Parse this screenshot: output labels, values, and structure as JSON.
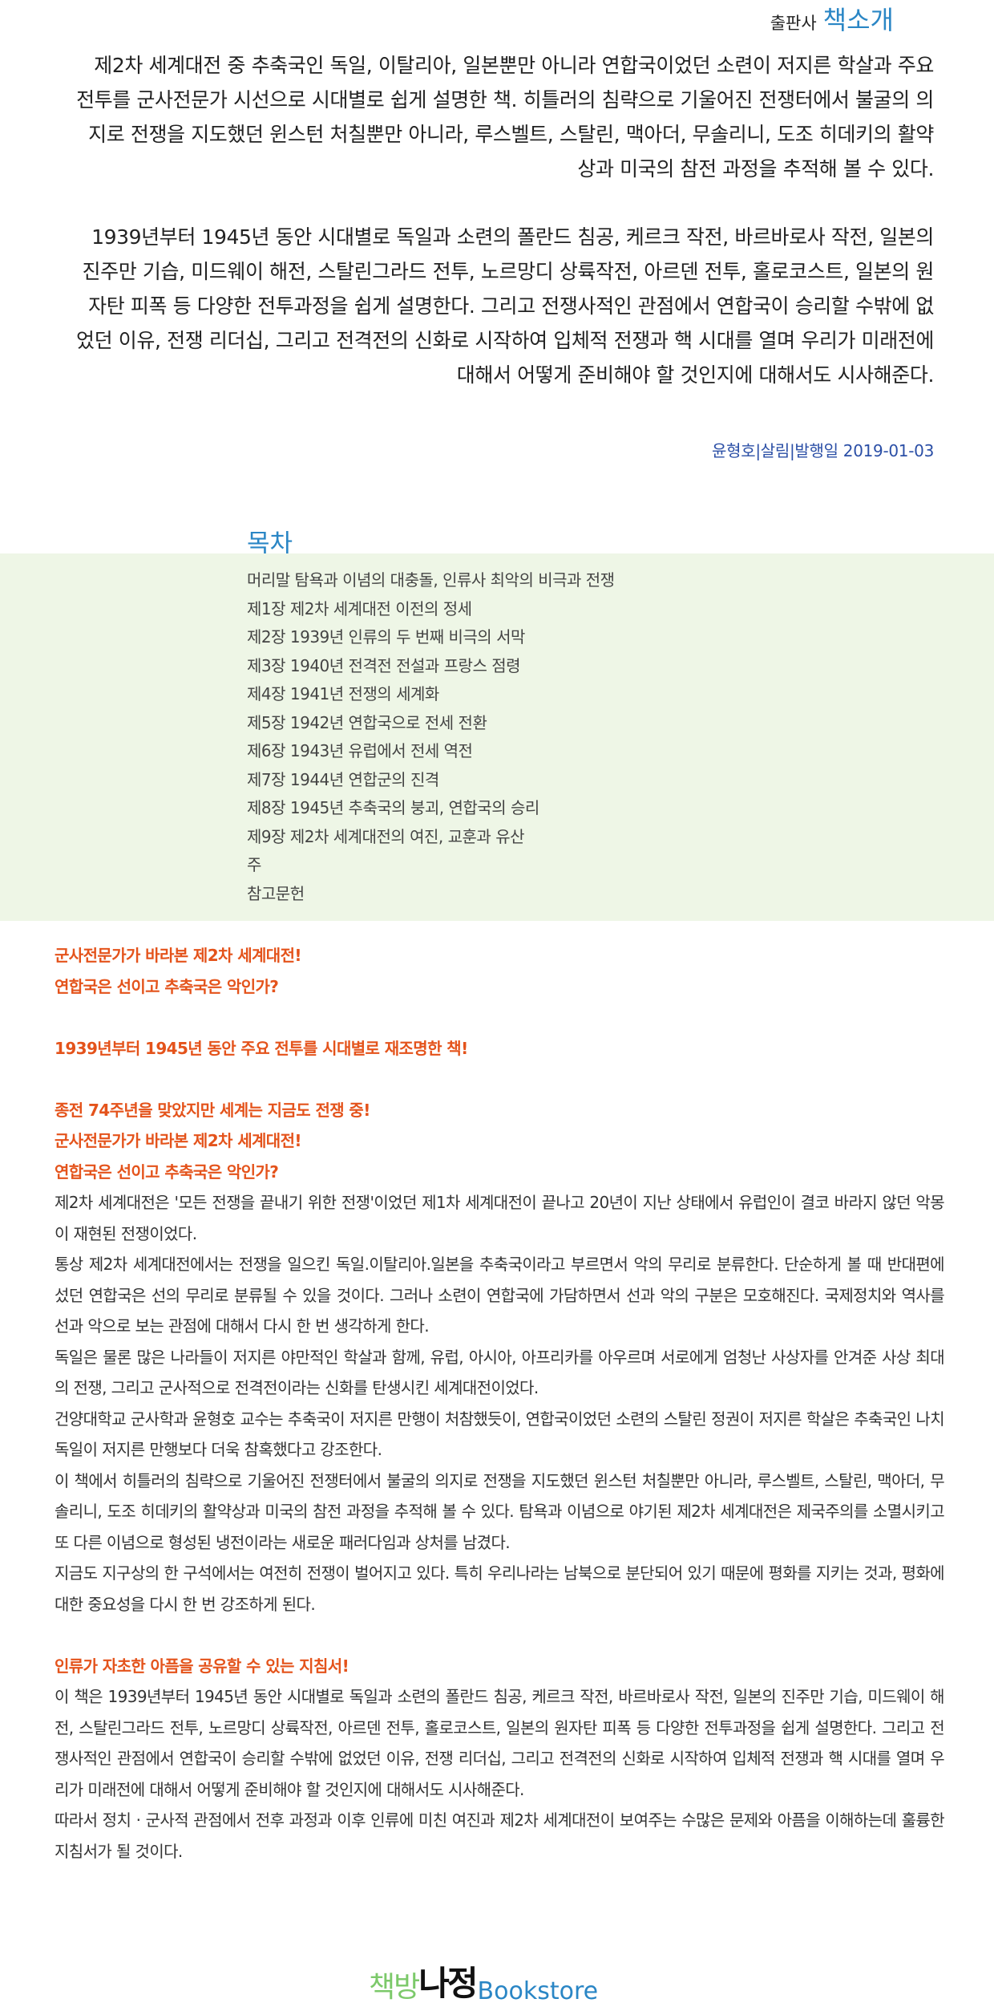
{
  "header": {
    "publisher_label": "출판사",
    "section_title": "책소개"
  },
  "intro": {
    "paragraphs": [
      "제2차 세계대전 중 추축국인 독일, 이탈리아, 일본뿐만 아니라 연합국이었던 소련이 저지른 학살과 주요 전투를 군사전문가 시선으로 시대별로 쉽게 설명한 책. 히틀러의 침략으로 기울어진 전쟁터에서 불굴의 의지로 전쟁을 지도했던 윈스턴 처칠뿐만 아니라, 루스벨트, 스탈린, 맥아더, 무솔리니, 도조 히데키의 활약상과 미국의 참전 과정을 추적해 볼 수 있다.",
      "1939년부터 1945년 동안 시대별로 독일과 소련의 폴란드 침공, 케르크 작전, 바르바로사 작전, 일본의 진주만 기습, 미드웨이 해전, 스탈린그라드 전투, 노르망디 상륙작전, 아르덴 전투, 홀로코스트, 일본의 원자탄 피폭 등 다양한 전투과정을 쉽게 설명한다. 그리고 전쟁사적인 관점에서 연합국이 승리할 수밖에 없었던 이유, 전쟁 리더십, 그리고 전격전의 신화로 시작하여 입체적 전쟁과 핵 시대를 열며 우리가 미래전에 대해서 어떻게 준비해야 할 것인지에 대해서도 시사해준다."
    ],
    "meta": "윤형호|살림|발행일 2019-01-03"
  },
  "toc": {
    "title": "목차",
    "items": [
      "머리말 탐욕과 이념의 대충돌, 인류사 최악의 비극과 전쟁",
      "제1장 제2차 세계대전 이전의 정세",
      "제2장 1939년 인류의 두 번째 비극의 서막",
      "제3장 1940년 전격전 전설과 프랑스 점령",
      "제4장 1941년 전쟁의 세계화",
      "제5장 1942년 연합국으로 전세 전환",
      "제6장 1943년 유럽에서 전세 역전",
      "제7장 1944년 연합군의 진격",
      "제8장 1945년 추축국의 붕괴, 연합국의 승리",
      "제9장 제2차 세계대전의 여진, 교훈과 유산",
      "주",
      "참고문헌"
    ]
  },
  "body": {
    "hl1": "군사전문가가 바라본 제2차 세계대전!",
    "hl2": "연합국은 선이고 추축국은 악인가?",
    "hl3": "1939년부터 1945년 동안 주요 전투를 시대별로 재조명한 책!",
    "hl4": "종전 74주년을 맞았지만 세계는 지금도 전쟁 중!",
    "hl5": "군사전문가가 바라본 제2차 세계대전!",
    "hl6": "연합국은 선이고 추축국은 악인가?",
    "p1": "제2차 세계대전은 '모든 전쟁을 끝내기 위한 전쟁'이었던 제1차 세계대전이 끝나고 20년이 지난 상태에서 유럽인이 결코 바라지 않던 악몽이 재현된 전쟁이었다.",
    "p2": "통상 제2차 세계대전에서는 전쟁을 일으킨 독일.이탈리아.일본을 추축국이라고 부르면서 악의 무리로 분류한다. 단순하게 볼 때 반대편에 섰던 연합국은 선의 무리로 분류될 수 있을 것이다. 그러나 소련이 연합국에 가담하면서 선과 악의 구분은 모호해진다. 국제정치와 역사를 선과 악으로 보는 관점에 대해서 다시 한 번 생각하게 한다.",
    "p3": "독일은 물론 많은 나라들이 저지른 야만적인 학살과 함께, 유럽, 아시아, 아프리카를 아우르며 서로에게 엄청난 사상자를 안겨준 사상 최대의 전쟁, 그리고 군사적으로 전격전이라는 신화를 탄생시킨 세계대전이었다.",
    "p4": "건양대학교 군사학과 윤형호 교수는 추축국이 저지른 만행이 처참했듯이, 연합국이었던 소련의 스탈린 정권이 저지른 학살은 추축국인 나치 독일이 저지른 만행보다 더욱 참혹했다고 강조한다.",
    "p5": "이 책에서 히틀러의 침략으로 기울어진 전쟁터에서 불굴의 의지로 전쟁을 지도했던 윈스턴 처칠뿐만 아니라, 루스벨트, 스탈린, 맥아더, 무솔리니, 도조 히데키의 활약상과 미국의 참전 과정을 추적해 볼 수 있다. 탐욕과 이념으로 야기된 제2차 세계대전은 제국주의를 소멸시키고 또 다른 이념으로 형성된 냉전이라는 새로운 패러다임과 상처를 남겼다.",
    "p6": "지금도 지구상의 한 구석에서는 여전히 전쟁이 벌어지고 있다. 특히 우리나라는 남북으로 분단되어 있기 때문에 평화를 지키는 것과, 평화에 대한 중요성을 다시 한 번 강조하게 된다.",
    "hl7": "인류가 자초한 아픔을 공유할 수 있는 지침서!",
    "p7": "이 책은 1939년부터 1945년 동안 시대별로 독일과 소련의 폴란드 침공, 케르크 작전, 바르바로사 작전, 일본의 진주만 기습, 미드웨이 해전, 스탈린그라드 전투, 노르망디 상륙작전, 아르덴 전투, 홀로코스트, 일본의 원자탄 피폭 등 다양한 전투과정을 쉽게 설명한다. 그리고 전쟁사적인 관점에서 연합국이 승리할 수밖에 없었던 이유, 전쟁 리더십, 그리고 전격전의 신화로 시작하여 입체적 전쟁과 핵 시대를 열며 우리가 미래전에 대해서 어떻게 준비해야 할 것인지에 대해서도 시사해준다.",
    "p8": "따라서 정치 · 군사적 관점에서 전후 과정과 이후 인류에 미친 여진과 제2차 세계대전이 보여주는 수많은 문제와 아픔을 이해하는데 훌륭한 지침서가 될 것이다."
  },
  "logo": {
    "kor_part1": "책방",
    "kor_part2": "나정",
    "eng": "Bookstore"
  },
  "colors": {
    "accent_blue": "#2a86c5",
    "meta_blue": "#2b4fa6",
    "highlight_orange": "#e4531b",
    "toc_background": "#eef6e6",
    "logo_green": "#7cc96a"
  }
}
